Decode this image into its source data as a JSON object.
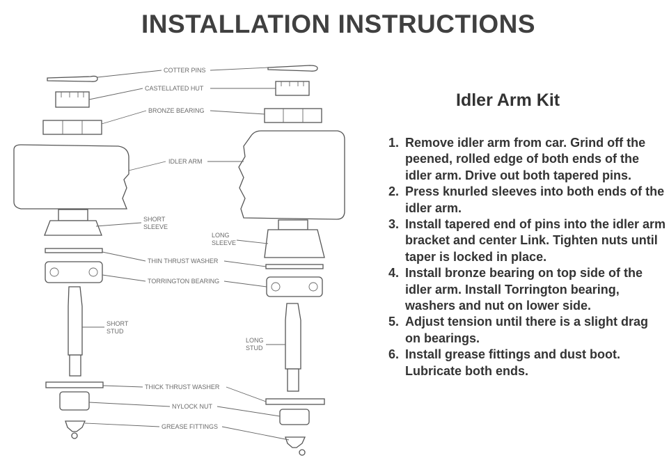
{
  "title": "INSTALLATION INSTRUCTIONS",
  "kit_title": "Idler Arm Kit",
  "steps": [
    {
      "num": "1.",
      "text": "Remove idler arm from car. Grind off the peened, rolled edge of both ends of the idler arm. Drive out both tapered pins."
    },
    {
      "num": "2.",
      "text": "Press knurled sleeves into both ends of the idler arm."
    },
    {
      "num": "3.",
      "text": "Install tapered end of pins into the idler arm bracket and center Link. Tighten nuts until taper is locked in place."
    },
    {
      "num": "4.",
      "text": "Install bronze bearing on top side of the idler arm. Install Torrington bearing, washers and nut on lower side."
    },
    {
      "num": "5.",
      "text": "Adjust tension until there is a slight drag on bearings."
    },
    {
      "num": "6.",
      "text": "Install grease fittings and dust boot. Lubricate both ends."
    }
  ],
  "labels": {
    "cotter_pins": "COTTER PINS",
    "castellated_nut": "CASTELLATED HUT",
    "bronze_bearing": "BRONZE BEARING",
    "idler_arm": "IDLER ARM",
    "short_sleeve_1": "SHORT",
    "short_sleeve_2": "SLEEVE",
    "long_sleeve_1": "LONG",
    "long_sleeve_2": "SLEEVE",
    "thin_thrust_washer": "THIN THRUST WASHER",
    "torrington_bearing": "TORRINGTON BEARING",
    "short_stud_1": "SHORT",
    "short_stud_2": "STUD",
    "long_stud_1": "LONG",
    "long_stud_2": "STUD",
    "thick_thrust_washer": "THICK THRUST WASHER",
    "nylock_nut": "NYLOCK NUT",
    "grease_fittings": "GREASE FITTINGS"
  }
}
